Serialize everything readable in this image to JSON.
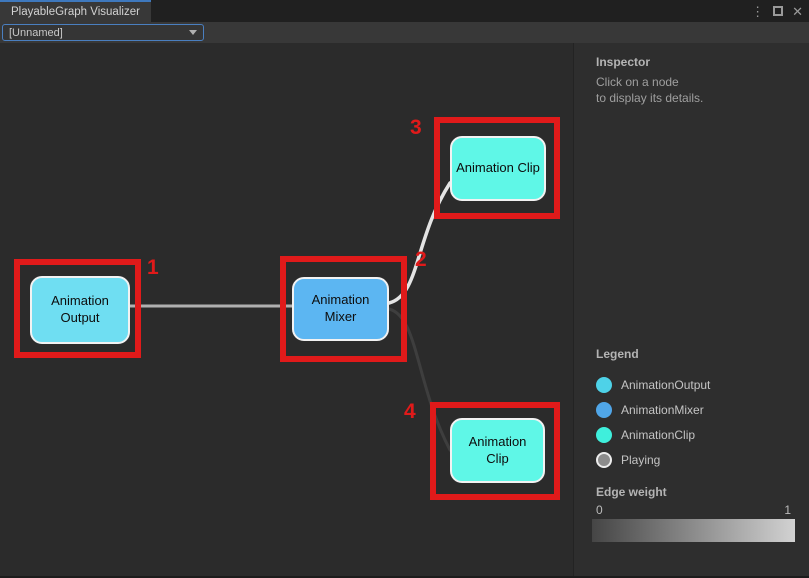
{
  "window": {
    "tab_title": "PlayableGraph Visualizer",
    "controls": {
      "menu_glyph": "⋮",
      "close_glyph": "✕"
    }
  },
  "toolbar": {
    "selected_graph": "[Unnamed]"
  },
  "inspector": {
    "title": "Inspector",
    "hint_line1": "Click on a node",
    "hint_line2": "to display its details."
  },
  "legend": {
    "title": "Legend",
    "items": [
      {
        "label": "AnimationOutput",
        "color": "#4ed2e8"
      },
      {
        "label": "AnimationMixer",
        "color": "#50a6e8"
      },
      {
        "label": "AnimationClip",
        "color": "#3fefdc"
      },
      {
        "label": "Playing",
        "color": "#8c8c8c"
      }
    ]
  },
  "edge_weight": {
    "title": "Edge weight",
    "min": "0",
    "max": "1",
    "gradient_from": "#454545",
    "gradient_to": "#d2d2d2"
  },
  "graph": {
    "annotation_color": "#e01a1a",
    "nodes": [
      {
        "name": "animation-output",
        "label": "Animation Output",
        "fill": "#6fdef2",
        "annotation": "1"
      },
      {
        "name": "animation-mixer",
        "label": "Animation Mixer",
        "fill": "#5cb6f2",
        "annotation": "2"
      },
      {
        "name": "animation-clip-top",
        "label": "Animation Clip",
        "fill": "#5ff7e7",
        "annotation": "3"
      },
      {
        "name": "animation-clip-bottom",
        "label": "Animation Clip",
        "fill": "#5ff7e7",
        "annotation": "4"
      }
    ],
    "edges": [
      {
        "from": "animation-output",
        "to": "animation-mixer",
        "color": "#b0b0b0"
      },
      {
        "from": "animation-mixer",
        "to": "animation-clip-top",
        "color": "#e4e4e4"
      },
      {
        "from": "animation-mixer",
        "to": "animation-clip-bottom",
        "color": "#3e3e3e"
      }
    ]
  }
}
